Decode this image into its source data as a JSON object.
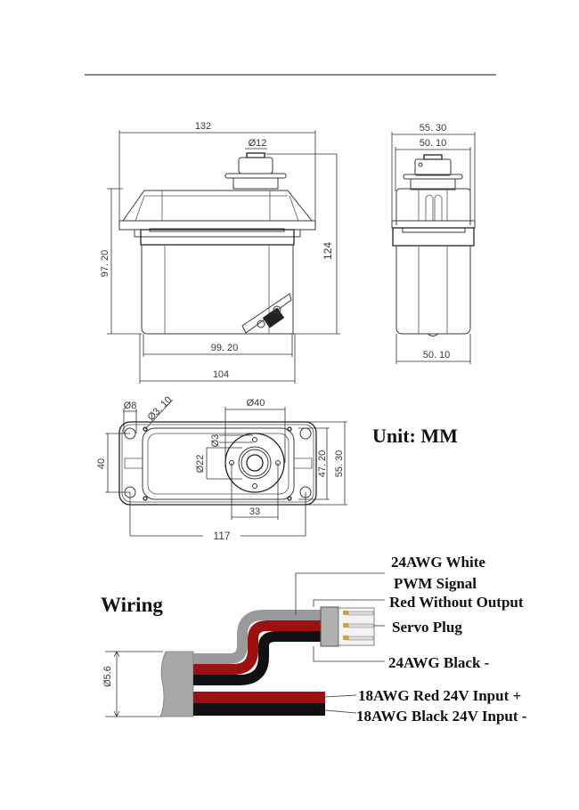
{
  "title_unit": "Unit: MM",
  "wiring_title": "Wiring",
  "front_view": {
    "overall_width": "132",
    "shaft_diameter": "Ø12",
    "body_height": "97. 20",
    "total_height": "124",
    "body_inner_width": "99. 20",
    "body_width": "104"
  },
  "side_view": {
    "top_width": "55. 30",
    "flange_width": "50. 10",
    "bottom_width": "50. 10"
  },
  "top_view": {
    "hole_diameter": "Ø8",
    "small_hole": "Ø3. 10",
    "gear_diameter": "Ø40",
    "spline_pin": "Ø3",
    "inner_diameter": "Ø22",
    "mount_height": "40",
    "inner_height": "47. 20",
    "outer_height": "55. 30",
    "pin_spacing": "33",
    "hole_spacing": "117"
  },
  "wiring": {
    "cable_diameter": "Ø5.6",
    "labels": [
      "24AWG White",
      "PWM Signal",
      "Red Without Output",
      "Servo Plug",
      "24AWG Black -",
      "18AWG Red 24V Input +",
      "18AWG Black 24V Input -"
    ],
    "colors": {
      "white": "#9a9a9a",
      "red": "#9c1010",
      "black": "#111111",
      "sheath": "#a8a8a8",
      "pin": "#c9a24a"
    }
  }
}
